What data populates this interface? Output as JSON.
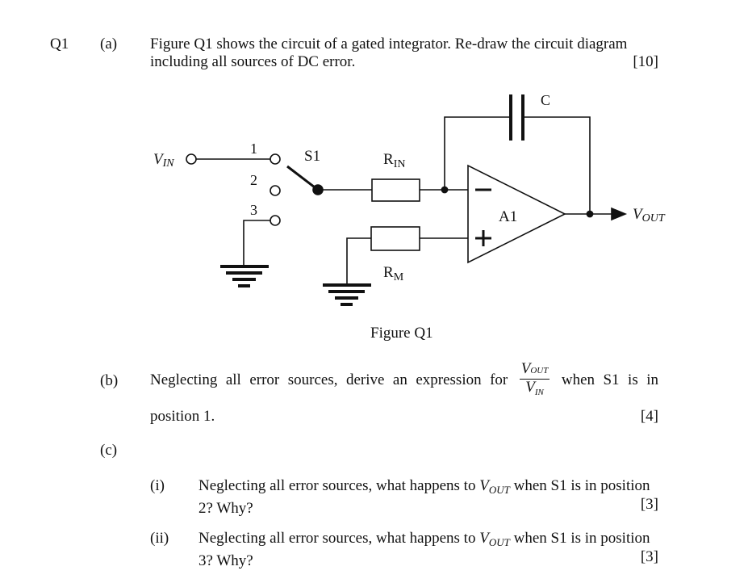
{
  "question": {
    "number": "Q1",
    "parts": {
      "a": {
        "label": "(a)",
        "line1": "Figure Q1 shows the circuit of a gated integrator. Re-draw the circuit diagram",
        "line2": "including all sources of DC error.",
        "marks": "[10]"
      },
      "b": {
        "label": "(b)",
        "words": [
          "Neglecting",
          "all",
          "error",
          "sources,",
          "derive",
          "an",
          "expression",
          "for"
        ],
        "fraction": {
          "num_main": "V",
          "num_sub": "OUT",
          "den_main": "V",
          "den_sub": "IN"
        },
        "tail_words": [
          "when",
          "S1",
          "is",
          "in"
        ],
        "line2": "position 1.",
        "marks": "[4]"
      },
      "c": {
        "label": "(c)",
        "sub": [
          {
            "label": "(i)",
            "pre": "Neglecting all error sources, what happens to ",
            "var_main": "V",
            "var_sub": "OUT",
            "post": " when S1 is in position",
            "line2": "2? Why?",
            "marks": "[3]"
          },
          {
            "label": "(ii)",
            "pre": "Neglecting all error sources, what happens to ",
            "var_main": "V",
            "var_sub": "OUT",
            "post": " when S1 is in position",
            "line2": "3? Why?",
            "marks": "[3]"
          }
        ]
      }
    }
  },
  "figure": {
    "caption": "Figure Q1",
    "labels": {
      "vin_main": "V",
      "vin_sub": "IN",
      "pos1": "1",
      "pos2": "2",
      "pos3": "3",
      "switch": "S1",
      "rin_main": "R",
      "rin_sub": "IN",
      "rm_main": "R",
      "rm_sub": "M",
      "capacitor": "C",
      "opamp": "A1",
      "opamp_minus": "−",
      "opamp_plus": "+",
      "vout_main": "V",
      "vout_sub": "OUT"
    }
  }
}
